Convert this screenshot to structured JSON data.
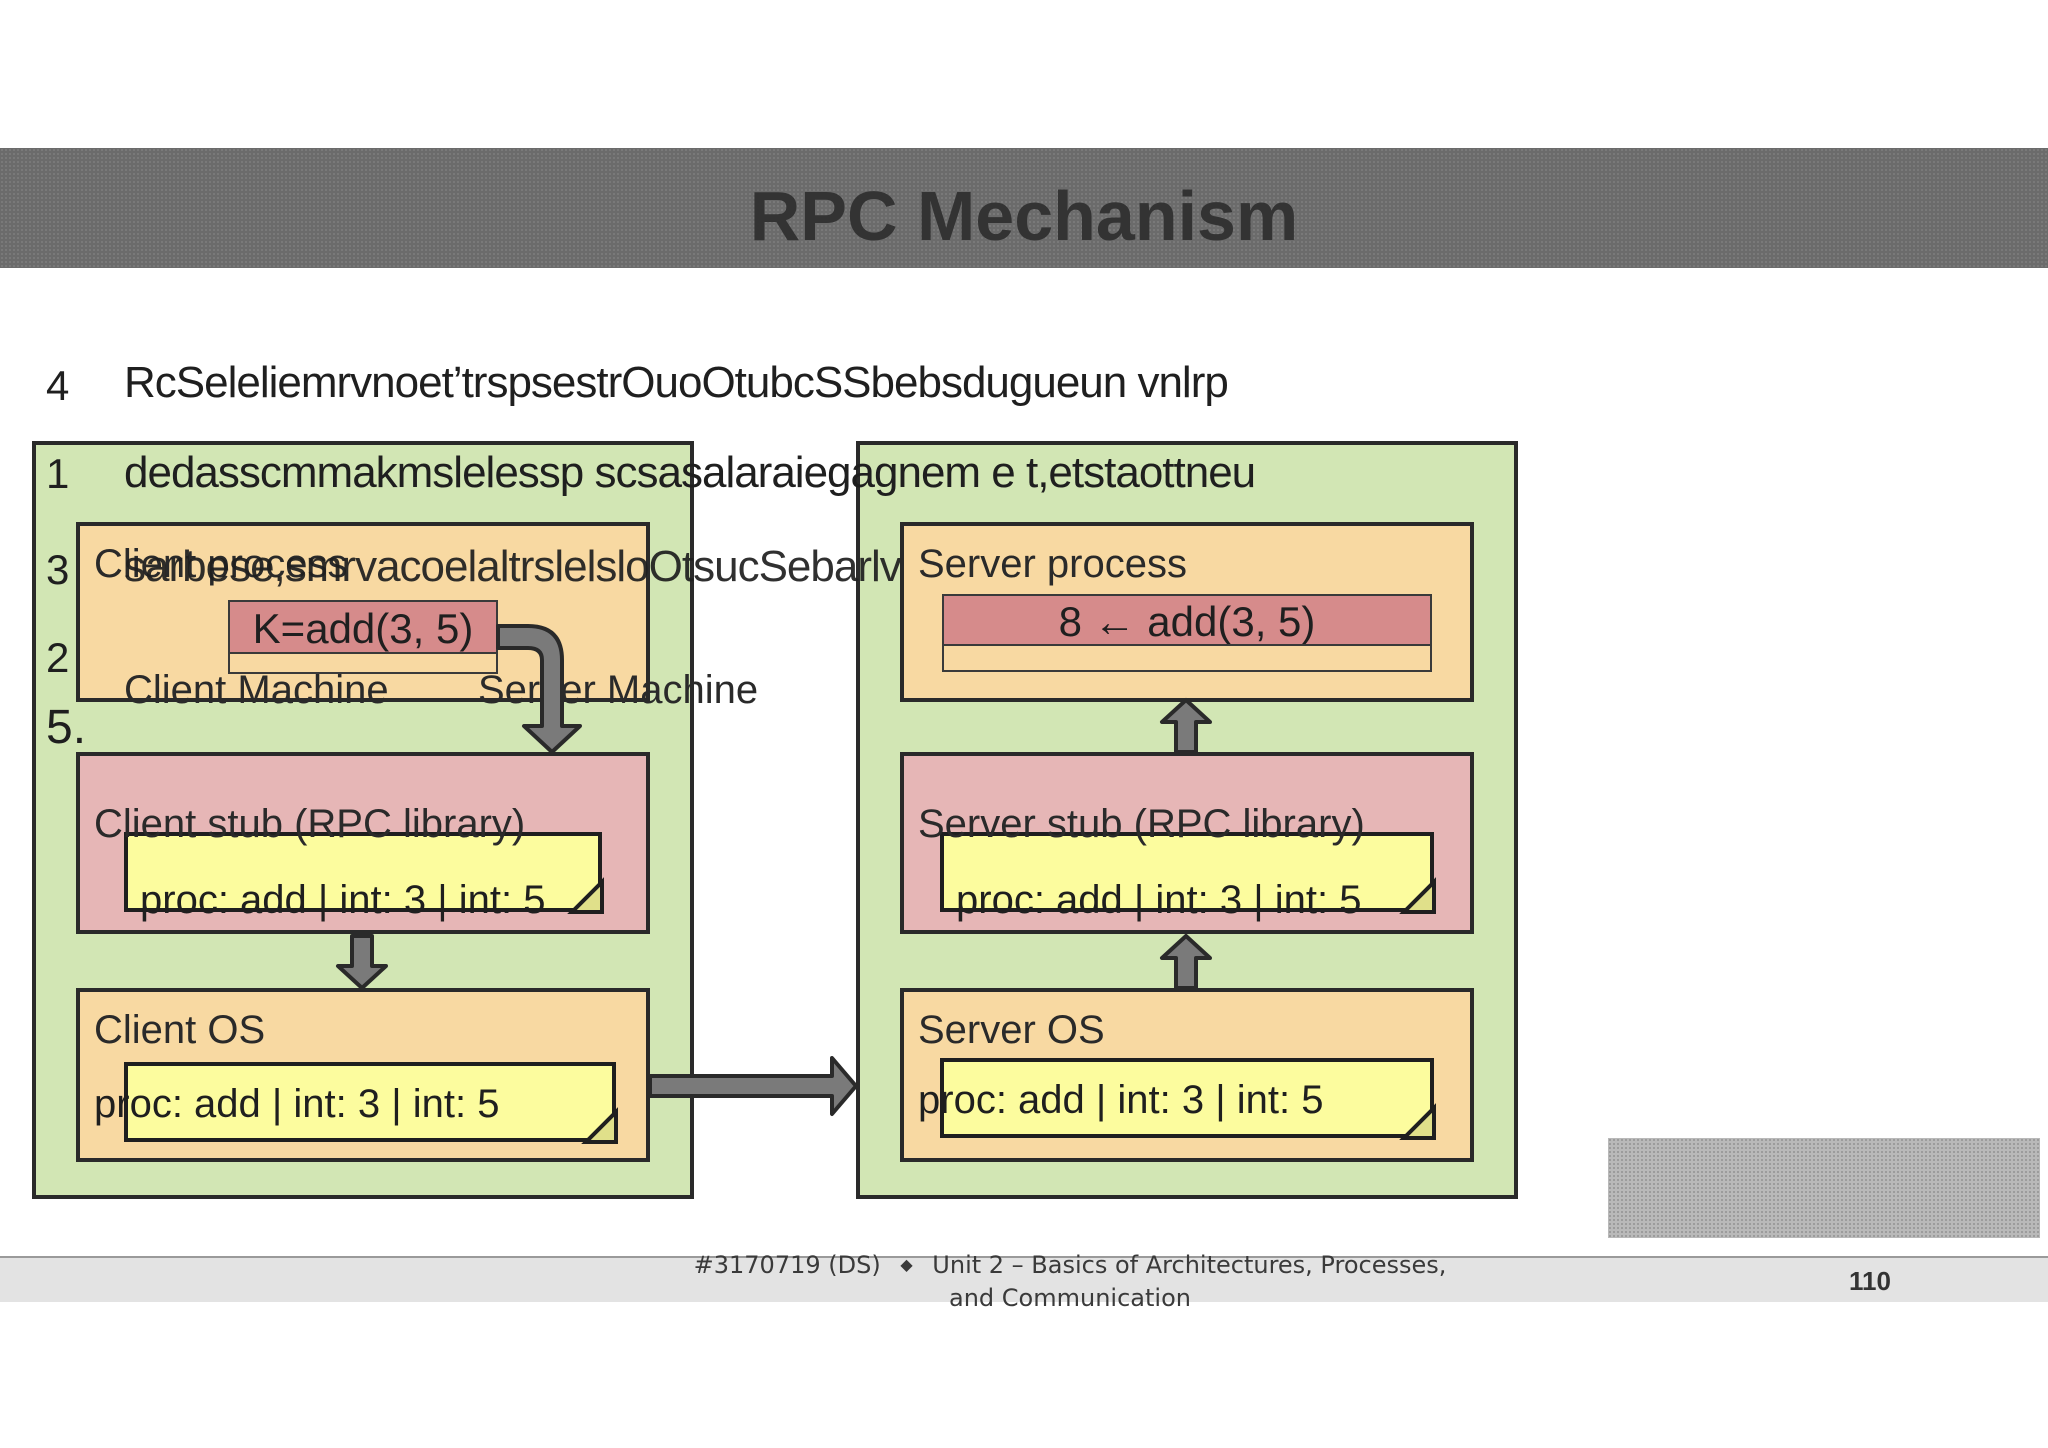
{
  "slide": {
    "title": "RPC Mechanism",
    "page_number": "110",
    "footer": {
      "course": "#3170719 (DS)",
      "separator": "◆",
      "unit": "Unit 2 – Basics of Architectures, Processes, and Communication"
    }
  },
  "garbled_lines": [
    {
      "num": "4",
      "text": "RcSeleliemrvnoet’trspsestrOuoOtubcSSbebsdugueun vnlrp"
    },
    {
      "num": "1",
      "text": "dedasscmmakmslelessp scsasalaraiegagnem e t,etstaottneu"
    },
    {
      "num": "3",
      "text": "sarbese,smrvacoelaltrslelsloOtsucSebarlvoars."
    },
    {
      "num": "2",
      "text": ""
    },
    {
      "num": "5.",
      "text": ""
    }
  ],
  "overlay_labels": {
    "client_machine": "Client Machine",
    "server_machine": "Server Machine"
  },
  "client": {
    "process_label": "Client process",
    "call": "K=add(3, 5)",
    "stub_label": "Client stub (RPC library)",
    "stub_message": "proc: add | int: 3 | int: 5",
    "os_label": "Client OS",
    "os_message": "proc: add | int: 3 | int: 5"
  },
  "server": {
    "process_label": "Server process",
    "call": "8 ← add(3, 5)",
    "stub_label": "Server stub (RPC library)",
    "stub_message": "proc: add | int: 3 | int: 5",
    "os_label": "Server OS",
    "os_message": "proc: add | int: 3 | int: 5"
  },
  "colors": {
    "machine_fill": "#d2e6b4",
    "process_fill": "#f8d9a2",
    "stub_fill": "#e6b6b6",
    "call_fill": "#d68b8b",
    "message_fill": "#fcfc9e",
    "arrow_fill": "#7a7a7a",
    "title_bar": "#6b6b6b"
  }
}
